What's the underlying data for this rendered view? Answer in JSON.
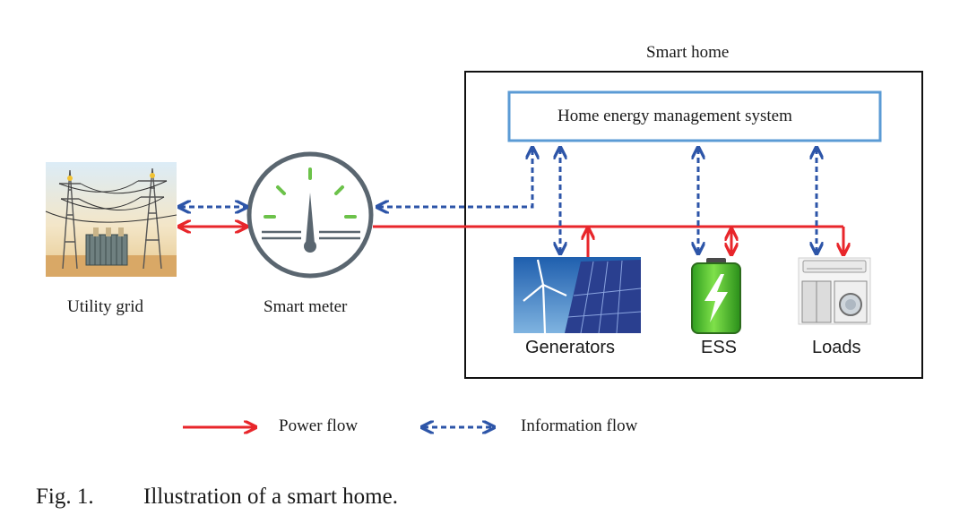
{
  "diagram": {
    "smart_home_title": "Smart home",
    "hems_label": "Home energy management system",
    "utility_grid_label": "Utility grid",
    "smart_meter_label": "Smart meter",
    "generators_label": "Generators",
    "ess_label": "ESS",
    "loads_label": "Loads",
    "icons": {
      "utility_grid": "transmission-tower-icon",
      "smart_meter": "gauge-icon",
      "generators": "wind-turbine-solar-panel-icon",
      "ess": "battery-charging-icon",
      "loads": "appliances-icon"
    }
  },
  "legend": {
    "power_flow_label": "Power flow",
    "information_flow_label": "Information flow"
  },
  "colors": {
    "power_flow": "#e8262b",
    "information_flow": "#2d55a8",
    "hems_border": "#5b9bd5",
    "meter_tick": "#6cc24a"
  },
  "caption": {
    "prefix": "Fig. 1.",
    "text": "Illustration of a smart home."
  }
}
